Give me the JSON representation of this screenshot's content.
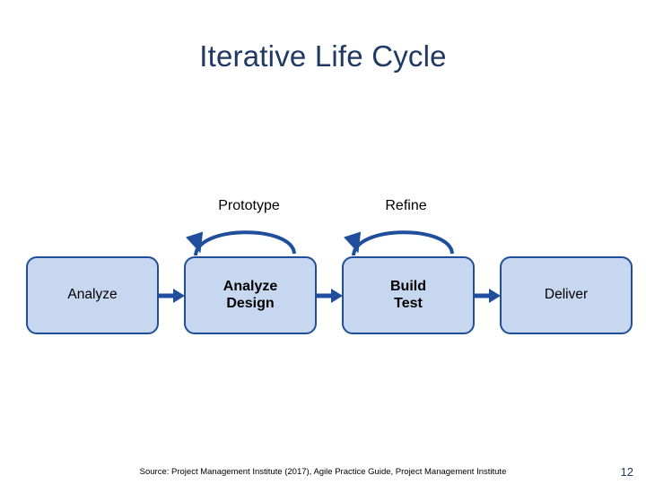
{
  "slide": {
    "title": "Iterative Life Cycle",
    "source_note": "Source: Project Management Institute (2017), Agile Practice Guide, Project Management Institute",
    "page_number": "12",
    "colors": {
      "title_text": "#1f3864",
      "box_fill": "#c7d7ef",
      "box_border": "#1f4e9c",
      "arrow": "#1f4e9c",
      "body_text": "#000000"
    }
  },
  "diagram": {
    "stages": [
      {
        "label": "Analyze",
        "bold": false
      },
      {
        "label": "Analyze\nDesign",
        "bold": true
      },
      {
        "label": "Build\nTest",
        "bold": true
      },
      {
        "label": "Deliver",
        "bold": false
      }
    ],
    "loop_labels": [
      {
        "label": "Prototype"
      },
      {
        "label": "Refine"
      }
    ],
    "connector_arrows": 3,
    "loop_arrows": 2
  }
}
